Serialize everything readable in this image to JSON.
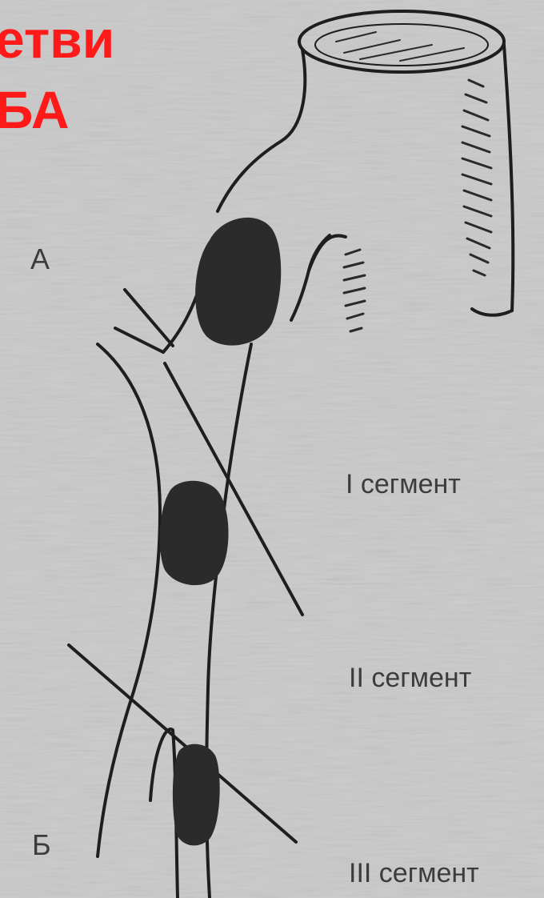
{
  "title": {
    "line1": "етви",
    "line2": "БА"
  },
  "labels": {
    "a": "А",
    "b": "Б",
    "segment_1": "I сегмент",
    "segment_2": "II сегмент",
    "segment_3": "III сегмент"
  },
  "colors": {
    "title": "#ff1a1a",
    "background": "#c9c9c9",
    "ink": "#1e1e1e",
    "label": "#3c3c3c",
    "plaque": "#2b2b2b"
  }
}
